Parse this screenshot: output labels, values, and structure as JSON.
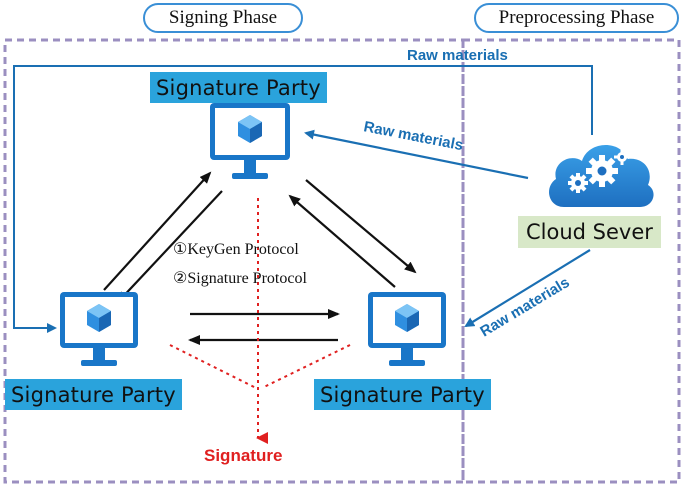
{
  "phases": {
    "signing": "Signing Phase",
    "preprocessing": "Preprocessing Phase"
  },
  "parties": {
    "top": "Signature Party",
    "left": "Signature Party",
    "right": "Signature Party"
  },
  "cloud": {
    "label": "Cloud Sever"
  },
  "raw_materials": {
    "top": "Raw materials",
    "middle": "Raw materials",
    "lower": "Raw materials"
  },
  "protocols": {
    "keygen": "①KeyGen Protocol",
    "signature": "②Signature Protocol"
  },
  "output": {
    "signature": "Signature"
  },
  "colors": {
    "pill_border": "#3a8fd6",
    "party_label_bg": "#2aa3dc",
    "cloud_label_bg": "#d8e8c8",
    "raw_arrow": "#1a6fb3",
    "signature_red": "#e02020",
    "dash_border": "#9b8fc0"
  }
}
